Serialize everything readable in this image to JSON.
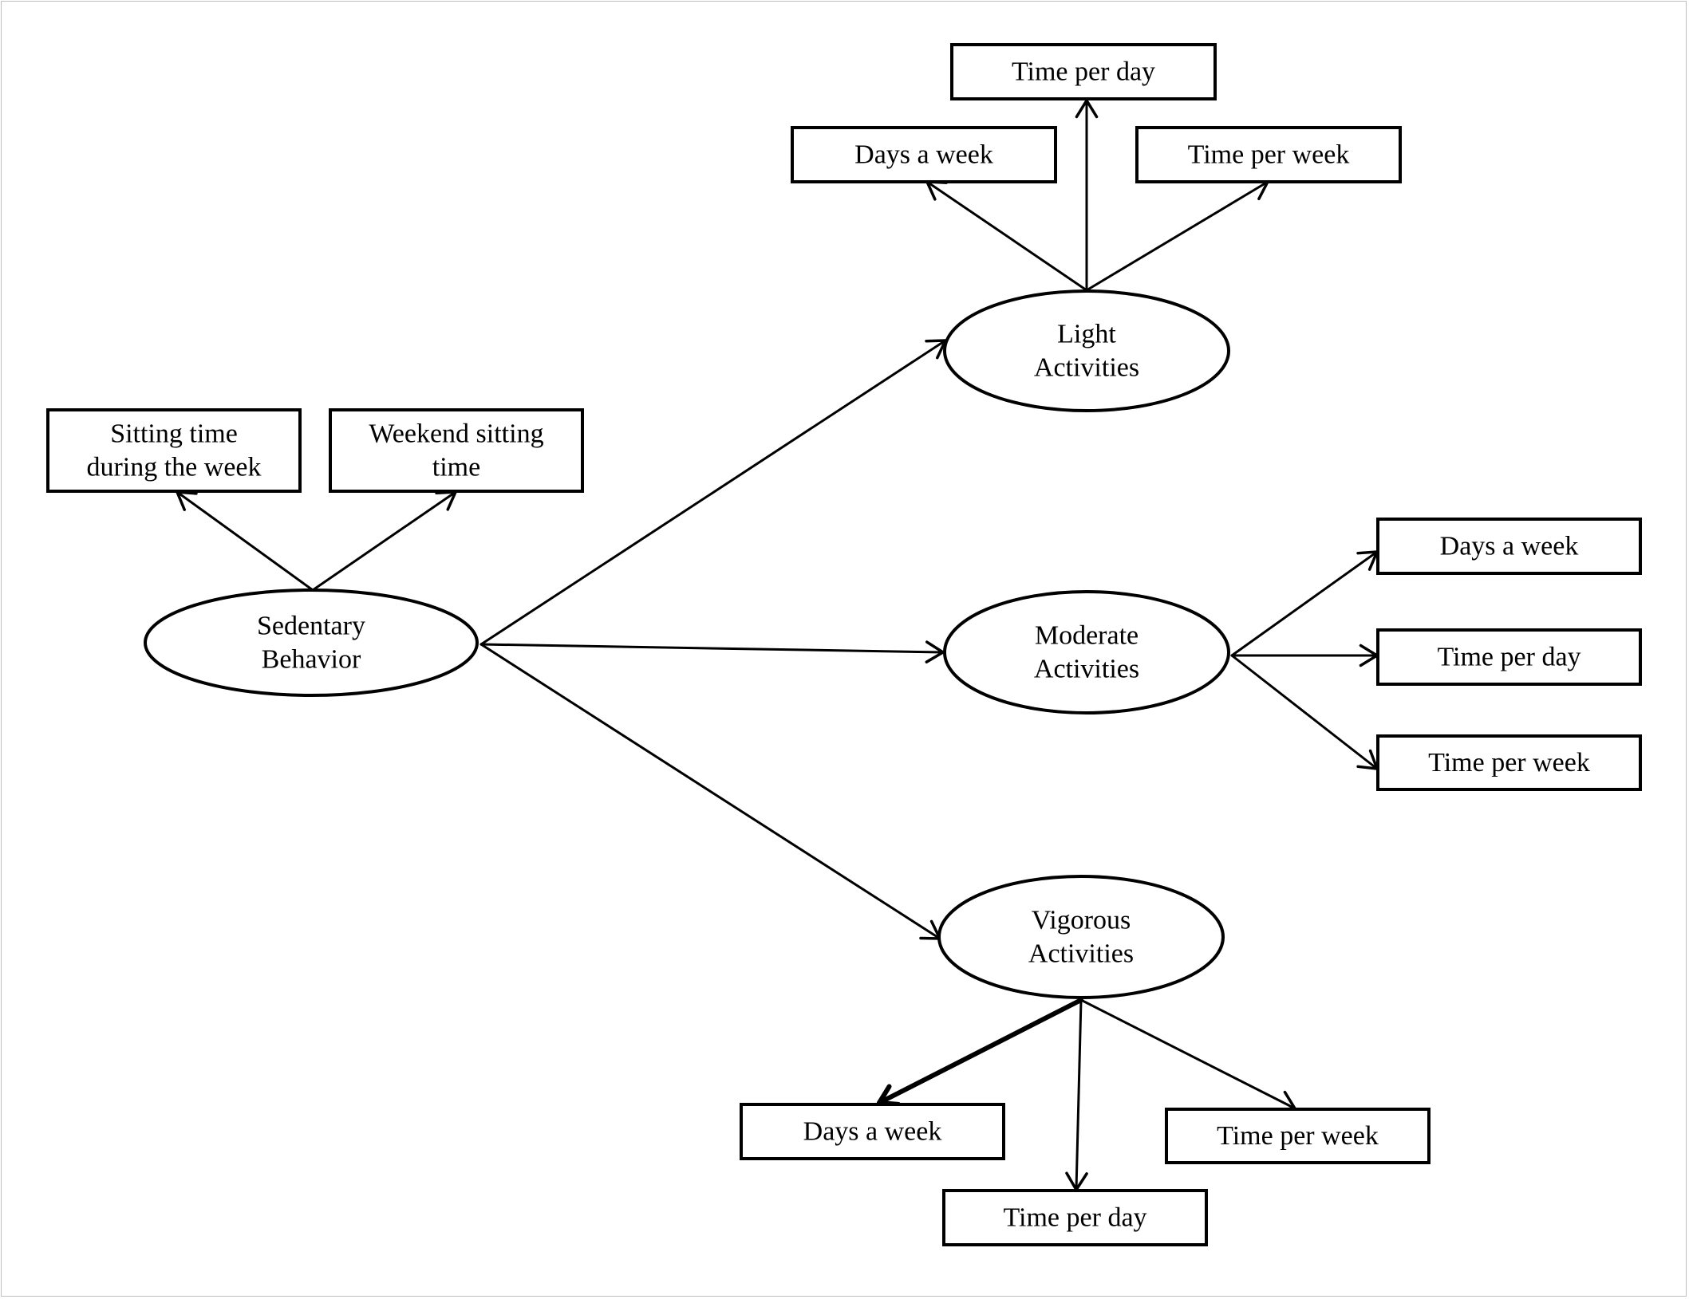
{
  "diagram": {
    "stroke_color": "#000000",
    "background": "#ffffff",
    "nodes": {
      "sedentary": {
        "shape": "ellipse",
        "lines": [
          "Sedentary",
          "Behavior"
        ]
      },
      "light": {
        "shape": "ellipse",
        "lines": [
          "Light",
          "Activities"
        ]
      },
      "moderate": {
        "shape": "ellipse",
        "lines": [
          "Moderate",
          "Activities"
        ]
      },
      "vigorous": {
        "shape": "ellipse",
        "lines": [
          "Vigorous",
          "Activities"
        ]
      },
      "sitting_week": {
        "shape": "box",
        "lines": [
          "Sitting time",
          "during the week"
        ]
      },
      "weekend_sitting": {
        "shape": "box",
        "lines": [
          "Weekend sitting",
          "time"
        ]
      },
      "light_time_day": {
        "shape": "box",
        "lines": [
          "Time per day"
        ]
      },
      "light_days_week": {
        "shape": "box",
        "lines": [
          "Days a week"
        ]
      },
      "light_time_week": {
        "shape": "box",
        "lines": [
          "Time per week"
        ]
      },
      "moderate_days_week": {
        "shape": "box",
        "lines": [
          "Days a week"
        ]
      },
      "moderate_time_day": {
        "shape": "box",
        "lines": [
          "Time per day"
        ]
      },
      "moderate_time_week": {
        "shape": "box",
        "lines": [
          "Time per week"
        ]
      },
      "vigorous_days_week": {
        "shape": "box",
        "lines": [
          "Days a week"
        ]
      },
      "vigorous_time_day": {
        "shape": "box",
        "lines": [
          "Time per day"
        ]
      },
      "vigorous_time_week": {
        "shape": "box",
        "lines": [
          "Time per week"
        ]
      }
    },
    "edges": [
      {
        "from": "sedentary",
        "to": "sitting_week"
      },
      {
        "from": "sedentary",
        "to": "weekend_sitting"
      },
      {
        "from": "sedentary",
        "to": "light"
      },
      {
        "from": "sedentary",
        "to": "moderate"
      },
      {
        "from": "sedentary",
        "to": "vigorous"
      },
      {
        "from": "light",
        "to": "light_days_week"
      },
      {
        "from": "light",
        "to": "light_time_day"
      },
      {
        "from": "light",
        "to": "light_time_week"
      },
      {
        "from": "moderate",
        "to": "moderate_days_week"
      },
      {
        "from": "moderate",
        "to": "moderate_time_day"
      },
      {
        "from": "moderate",
        "to": "moderate_time_week"
      },
      {
        "from": "vigorous",
        "to": "vigorous_days_week"
      },
      {
        "from": "vigorous",
        "to": "vigorous_time_day"
      },
      {
        "from": "vigorous",
        "to": "vigorous_time_week"
      }
    ]
  }
}
